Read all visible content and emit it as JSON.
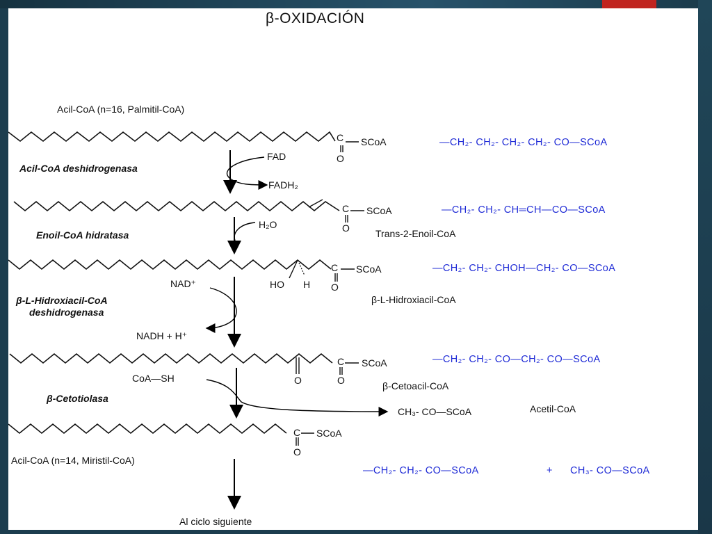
{
  "title": "β-OXIDACIÓN",
  "colors": {
    "accent": "#c0241f",
    "formula": "#1f2bd6",
    "background": "#1c3d4e"
  },
  "substrate_label": "Acil-CoA (n=16, Palmitil-CoA)",
  "step1": {
    "enzyme": "Acil-CoA deshidrogenasa",
    "cofactor_in": "FAD",
    "cofactor_out": "FADH₂",
    "coa_group": "SCoA",
    "carbonyl_c": "C",
    "carbonyl_o": "O",
    "formula": "—CH₂- CH₂- CH₂- CH₂- CO—SCoA"
  },
  "step2": {
    "enzyme": "Enoil-CoA hidratasa",
    "cofactor_in": "H₂O",
    "product": "Trans-2-Enoil-CoA",
    "coa_group": "SCoA",
    "carbonyl_c": "C",
    "carbonyl_o": "O",
    "formula": "—CH₂- CH₂- CH═CH—CO—SCoA"
  },
  "step3": {
    "enzyme_line1": "β-L-Hidroxiacil-CoA",
    "enzyme_line2": "deshidrogenasa",
    "cofactor_in": "NAD⁺",
    "cofactor_out": "NADH + H⁺",
    "ho": "HO",
    "h": "H",
    "product": "β-L-Hidroxiacil-CoA",
    "coa_group": "SCoA",
    "carbonyl_c": "C",
    "carbonyl_o": "O",
    "formula": "—CH₂- CH₂- CHOH—CH₂- CO—SCoA"
  },
  "step4": {
    "enzyme": "β-Cetotiolasa",
    "cofactor_in": "CoA—SH",
    "product": "β-Cetoacil-CoA",
    "released": "CH₃- CO—SCoA",
    "released_name": "Acetil-CoA",
    "keto_o": "O",
    "coa_group": "SCoA",
    "carbonyl_c": "C",
    "carbonyl_o": "O",
    "formula": "—CH₂- CH₂- CO—CH₂- CO—SCoA"
  },
  "final": {
    "label": "Acil-CoA (n=14, Miristil-CoA)",
    "coa_group": "SCoA",
    "carbonyl_c": "C",
    "carbonyl_o": "O",
    "formula_a": "—CH₂- CH₂- CO—SCoA",
    "plus": "+",
    "formula_b": "CH₃- CO—SCoA",
    "next": "Al ciclo siguiente"
  }
}
